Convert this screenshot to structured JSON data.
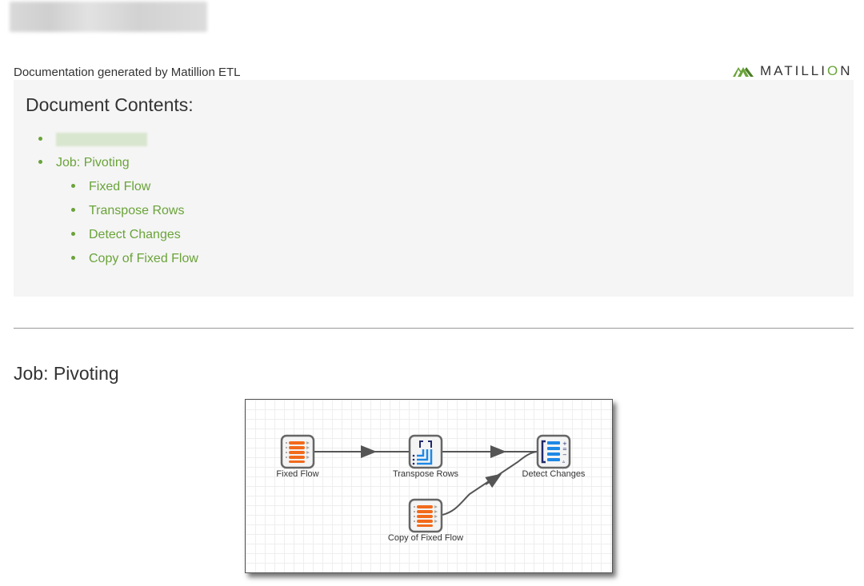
{
  "header": {
    "generated_text": "Documentation generated by Matillion ETL",
    "brand_prefix": "MATILLI",
    "brand_accent": "O",
    "brand_suffix": "N"
  },
  "contents": {
    "title": "Document Contents:",
    "items": [
      {
        "label": "Job: Pivoting"
      }
    ],
    "sub_items": [
      {
        "label": "Fixed Flow"
      },
      {
        "label": "Transpose Rows"
      },
      {
        "label": "Detect Changes"
      },
      {
        "label": "Copy of Fixed Flow"
      }
    ]
  },
  "job": {
    "title": "Job: Pivoting",
    "nodes": [
      {
        "label": "Fixed Flow",
        "icon": "fixed-flow-icon"
      },
      {
        "label": "Transpose Rows",
        "icon": "transpose-rows-icon"
      },
      {
        "label": "Detect Changes",
        "icon": "detect-changes-icon"
      },
      {
        "label": "Copy of Fixed Flow",
        "icon": "fixed-flow-icon"
      }
    ]
  },
  "colors": {
    "accent": "#6aa339",
    "panel_bg": "#f5f5f5",
    "flow_orange": "#f26a1b",
    "transpose_blue": "#1e88e5",
    "detect_navy": "#1f2a6b"
  }
}
